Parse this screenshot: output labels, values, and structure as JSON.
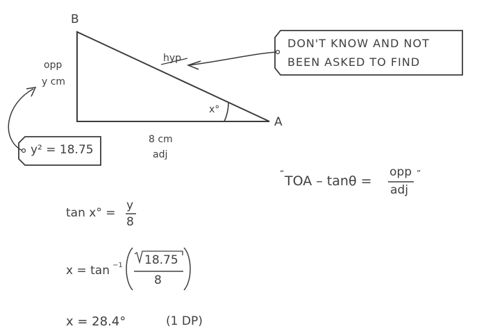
{
  "diagram": {
    "vertices": {
      "top_left": "B",
      "right": "A"
    },
    "sides": {
      "opposite": {
        "name": "opp",
        "value": "y cm"
      },
      "adjacent": {
        "value": "8 cm",
        "name": "adj"
      },
      "hypotenuse": {
        "name": "hyp",
        "crossed_out": true
      }
    },
    "angle_label": "x°",
    "callout_y_squared": "y² = 18.75",
    "callout_hyp": {
      "line1": "DON'T  KNOW  AND  NOT",
      "line2": "BEEN  ASKED  TO  FIND"
    }
  },
  "formula": {
    "open_quote": "“",
    "lhs": "TOA – tanθ =",
    "num": "opp",
    "den": "adj",
    "close_quote": "”"
  },
  "working": {
    "step1": {
      "lhs": "tan x° =",
      "num": "y",
      "den": "8"
    },
    "step2": {
      "lhs": "x = tan",
      "sup": "−1",
      "sqrt_sign": "√",
      "num": "18.75",
      "den": "8",
      "lparen": "(",
      "rparen": ")"
    },
    "step3": {
      "lhs": "x = 28.4°",
      "note": "(1  DP)"
    }
  },
  "colors": {
    "ink": "#3f3f3f",
    "background": "#ffffff"
  }
}
